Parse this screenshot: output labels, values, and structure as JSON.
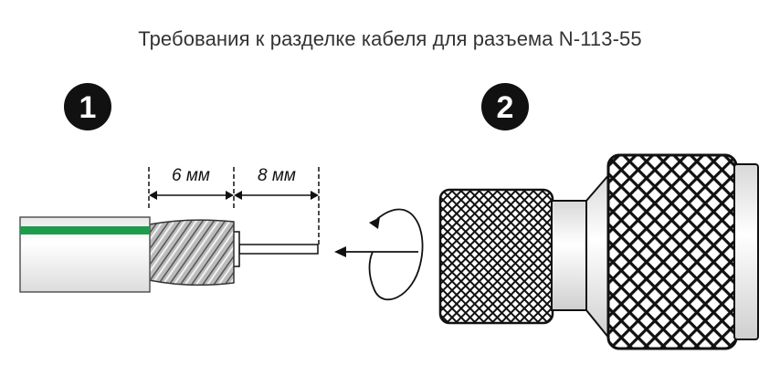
{
  "title": "Требования к разделке кабеля для разъема N-113-55",
  "steps": [
    {
      "number": "1"
    },
    {
      "number": "2"
    }
  ],
  "dimensions": {
    "braid_label": "6 мм",
    "core_label": "8 мм"
  },
  "colors": {
    "stripe": "#1e9b4b",
    "outline": "#111111",
    "badge": "#111111"
  }
}
